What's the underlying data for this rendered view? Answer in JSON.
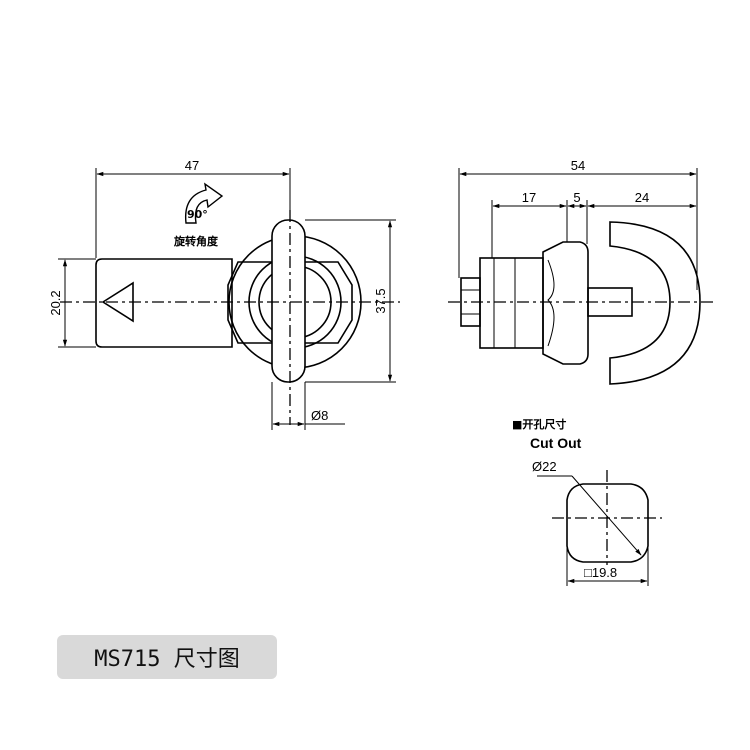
{
  "front_view": {
    "dim_width": "47",
    "dim_height_body": "20.2",
    "dim_height_total": "37.5",
    "dim_dia": "Ø8",
    "rotation_angle": "90°",
    "rotation_label": "旋转角度"
  },
  "side_view": {
    "dim_total": "54",
    "dim_a": "17",
    "dim_b": "5",
    "dim_c": "24"
  },
  "cutout": {
    "title_cn": "■开孔尺寸",
    "title_en": "Cut Out",
    "dim_dia": "Ø22",
    "dim_square": "□19.8"
  },
  "caption": "MS715 尺寸图"
}
